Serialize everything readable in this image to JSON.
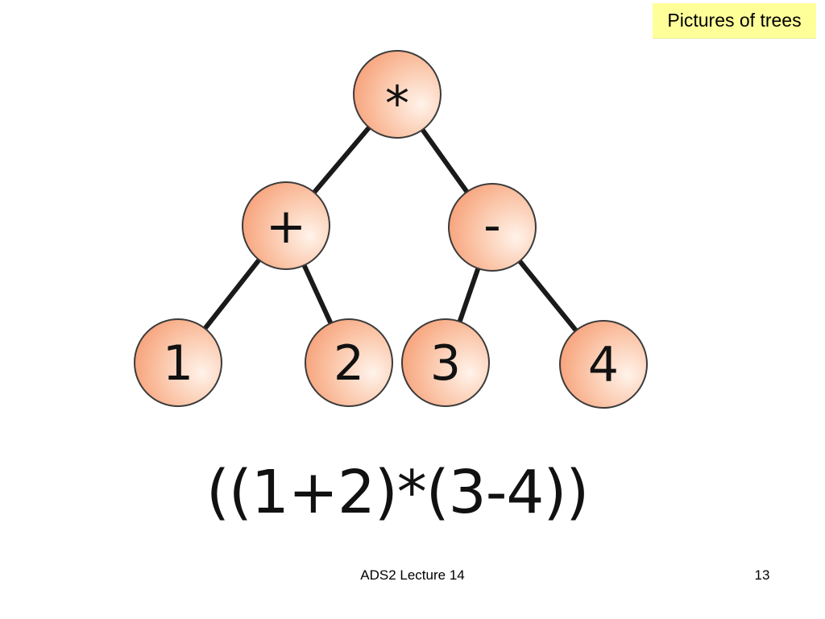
{
  "slide": {
    "title": "Pictures of trees",
    "footer": "ADS2 Lecture 14",
    "page_number": "13"
  },
  "tree": {
    "node_fill": "#f7a27a",
    "node_highlight": "#fff3ea",
    "node_stroke": "#3b3b3b",
    "edge_color": "#1a1a1a",
    "nodes": [
      {
        "id": "root",
        "label": "*"
      },
      {
        "id": "plus",
        "label": "+"
      },
      {
        "id": "minus",
        "label": "-"
      },
      {
        "id": "n1",
        "label": "1"
      },
      {
        "id": "n2",
        "label": "2"
      },
      {
        "id": "n3",
        "label": "3"
      },
      {
        "id": "n4",
        "label": "4"
      }
    ],
    "edges": [
      [
        "root",
        "plus"
      ],
      [
        "root",
        "minus"
      ],
      [
        "plus",
        "n1"
      ],
      [
        "plus",
        "n2"
      ],
      [
        "minus",
        "n3"
      ],
      [
        "minus",
        "n4"
      ]
    ]
  },
  "expression": "((1+2)*(3-4))"
}
